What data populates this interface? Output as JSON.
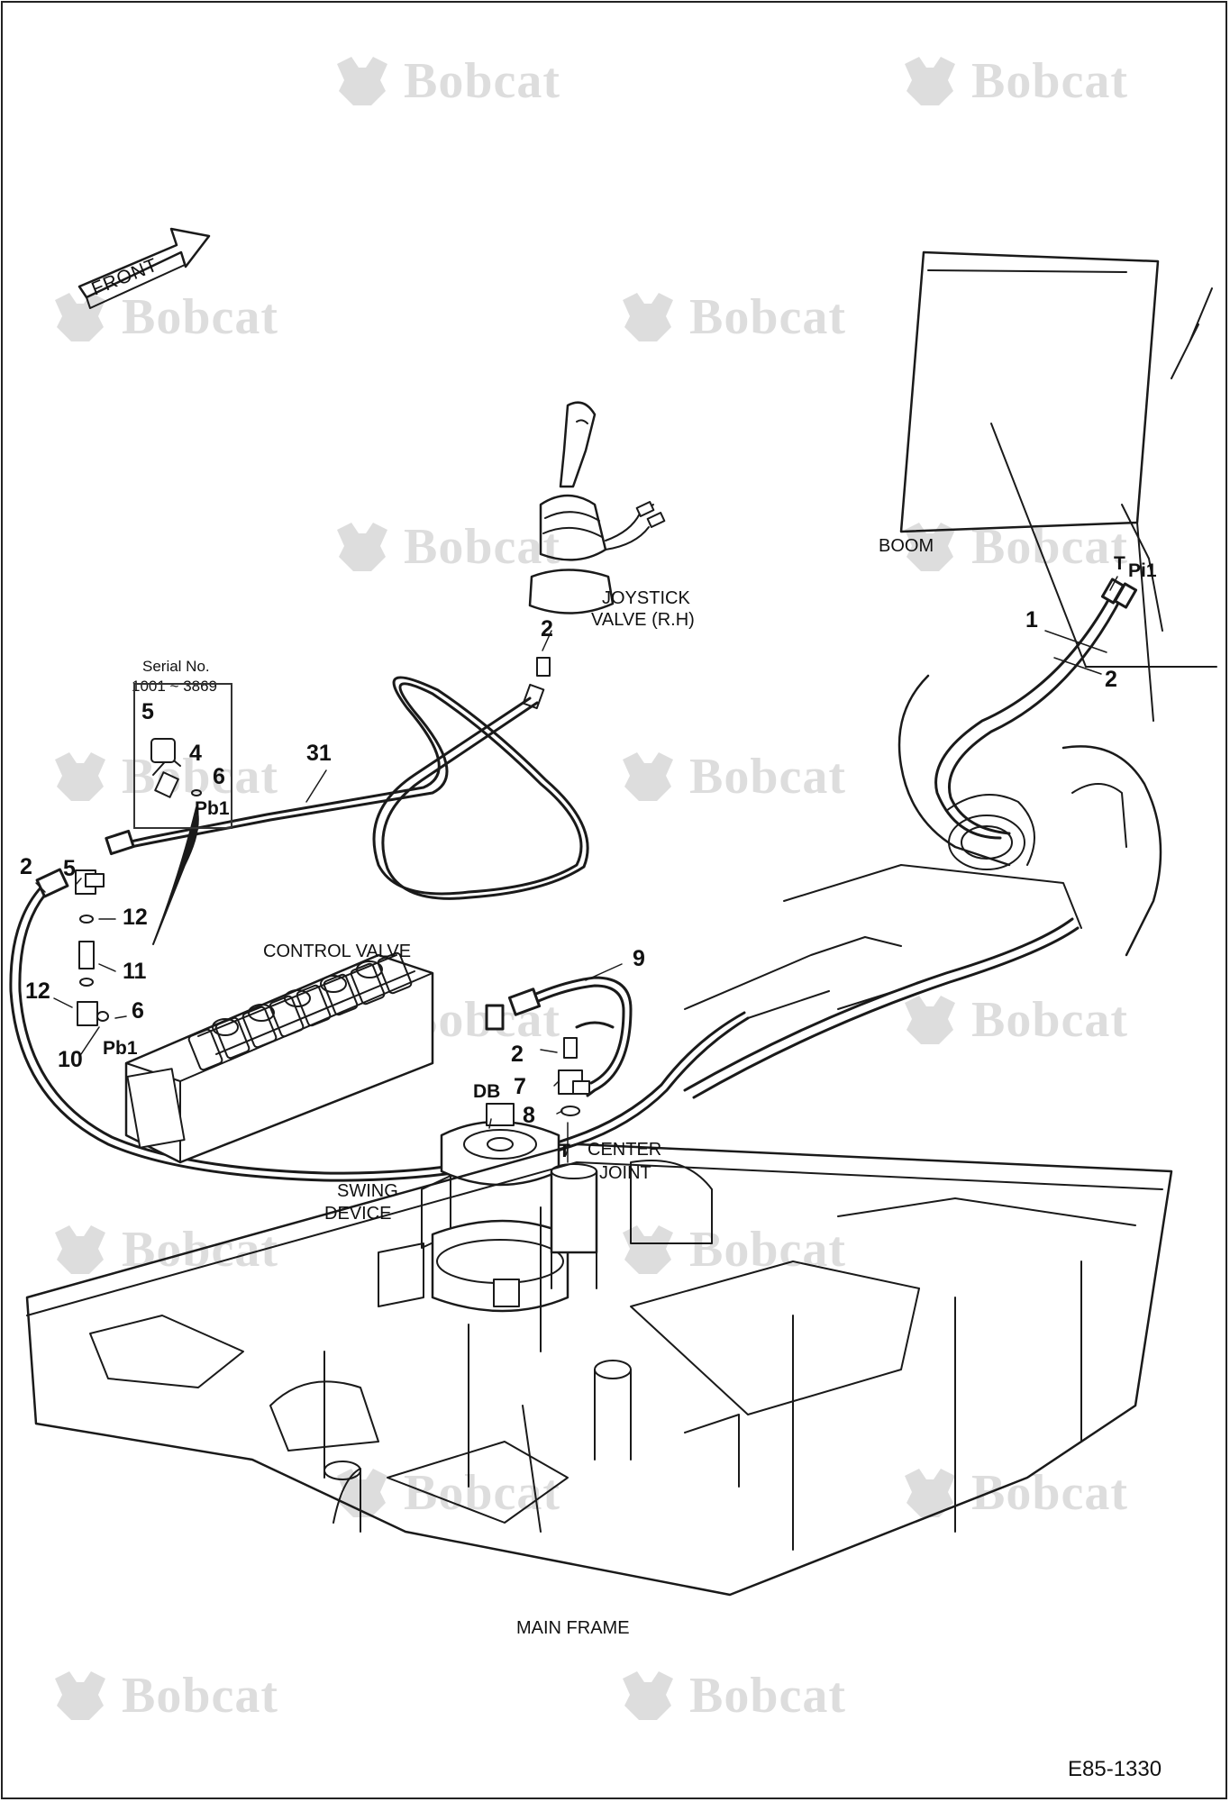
{
  "brand": {
    "watermark_text": "Bobcat",
    "watermark_icon": "bobcat-logo-icon"
  },
  "direction": {
    "front_label": "FRONT",
    "icon": "arrow-right-icon"
  },
  "labels": {
    "boom": "BOOM",
    "joystick_line1": "JOYSTICK",
    "joystick_line2": "VALVE (R.H)",
    "control_valve": "CONTROL VALVE",
    "center_joint_line1": "CENTER",
    "center_joint_line2": "JOINT",
    "swing_device_line1": "SWING",
    "swing_device_line2": "DEVICE",
    "main_frame": "MAIN FRAME"
  },
  "serial_box": {
    "title": "Serial No.",
    "range": "1001 ~ 3869"
  },
  "callouts": {
    "c1": "1",
    "c2_boom": "2",
    "c2_joystick": "2",
    "c2_left": "2",
    "c2_center": "2",
    "c31": "31",
    "c5_box": "5",
    "c4_box": "4",
    "c6_box": "6",
    "c5_left": "5",
    "c12_upper": "12",
    "c11": "11",
    "c12_lower": "12",
    "c6_lower": "6",
    "c10": "10",
    "c9": "9",
    "c7": "7",
    "c8": "8"
  },
  "ports": {
    "t_boom": "T",
    "pi1": "Pi1",
    "pb1_box": "Pb1",
    "pb1_lower": "Pb1",
    "db": "DB",
    "t_center": "T"
  },
  "drawing_id": "E85-1330"
}
